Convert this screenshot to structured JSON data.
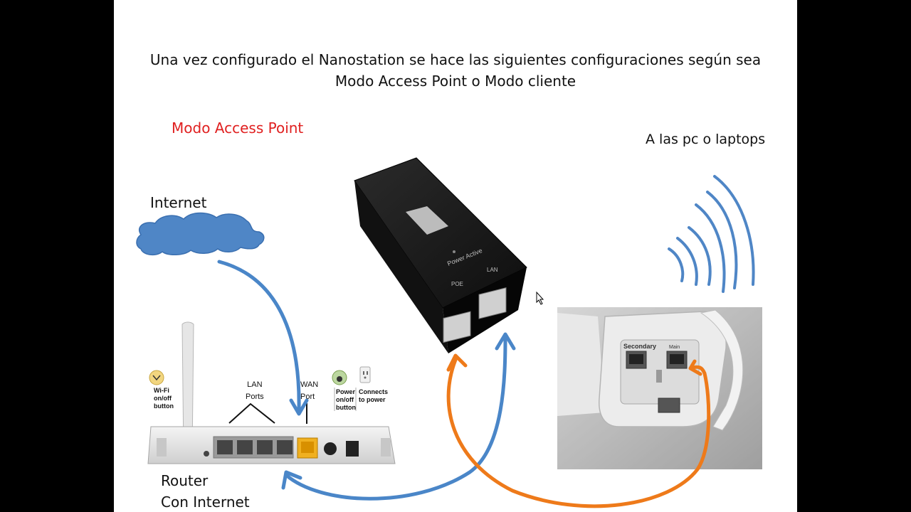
{
  "title": {
    "line1": "Una vez configurado el Nanostation se hace las siguientes configuraciones según sea",
    "line2": "Modo Access Point o Modo cliente"
  },
  "mode_label": "Modo Access Point",
  "mode_color": "#e02020",
  "to_pcs_label": "A las pc o laptops",
  "internet_label": "Internet",
  "router": {
    "line1": "Router",
    "line2": "Con Internet",
    "lan_ports": "LAN\nPorts",
    "wan_port": "WAN\nPort",
    "wifi_button": "Wi-Fi\non/off\nbutton",
    "power_button": "Power\non/off\nbutton",
    "connects_power": "Connects\nto power"
  },
  "poe_adapter": {
    "leds": "Power  Active",
    "poe_port": "POE",
    "lan_port": "LAN"
  },
  "nanostation": {
    "secondary_port": "Secondary",
    "main_port": "Main"
  },
  "colors": {
    "cloud": "#4f86c6",
    "blue_cable": "#4a86c8",
    "orange_cable": "#ee7a1a",
    "wifi_waves": "#4f86c6"
  }
}
